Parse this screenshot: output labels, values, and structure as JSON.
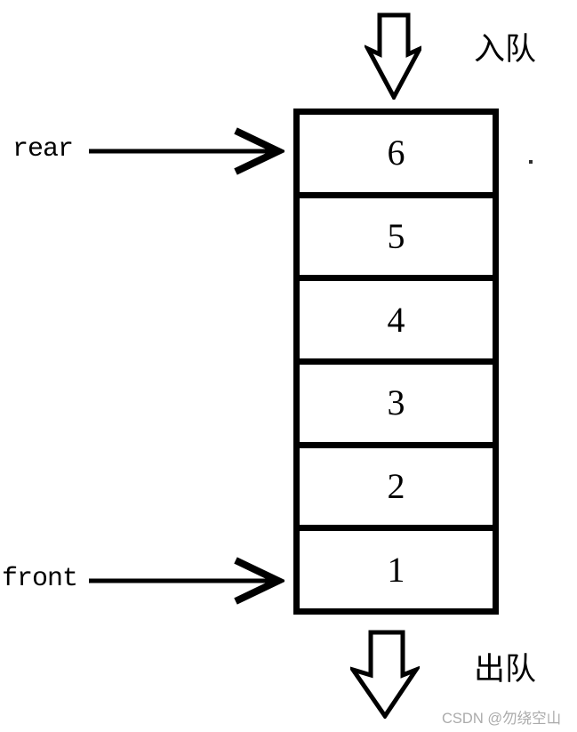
{
  "queue": {
    "cells": [
      "6",
      "5",
      "4",
      "3",
      "2",
      "1"
    ],
    "rear_label": "rear",
    "front_label": "front",
    "enqueue_label": "入队",
    "dequeue_label": "出队"
  },
  "watermark": "CSDN @勿绕空山",
  "icons": {
    "enqueue_arrow": "block-arrow-down",
    "dequeue_arrow": "block-arrow-down",
    "rear_arrow": "arrow-right",
    "front_arrow": "arrow-right"
  },
  "colors": {
    "ink": "#000000",
    "background": "#ffffff",
    "watermark_text": "#ababab"
  }
}
